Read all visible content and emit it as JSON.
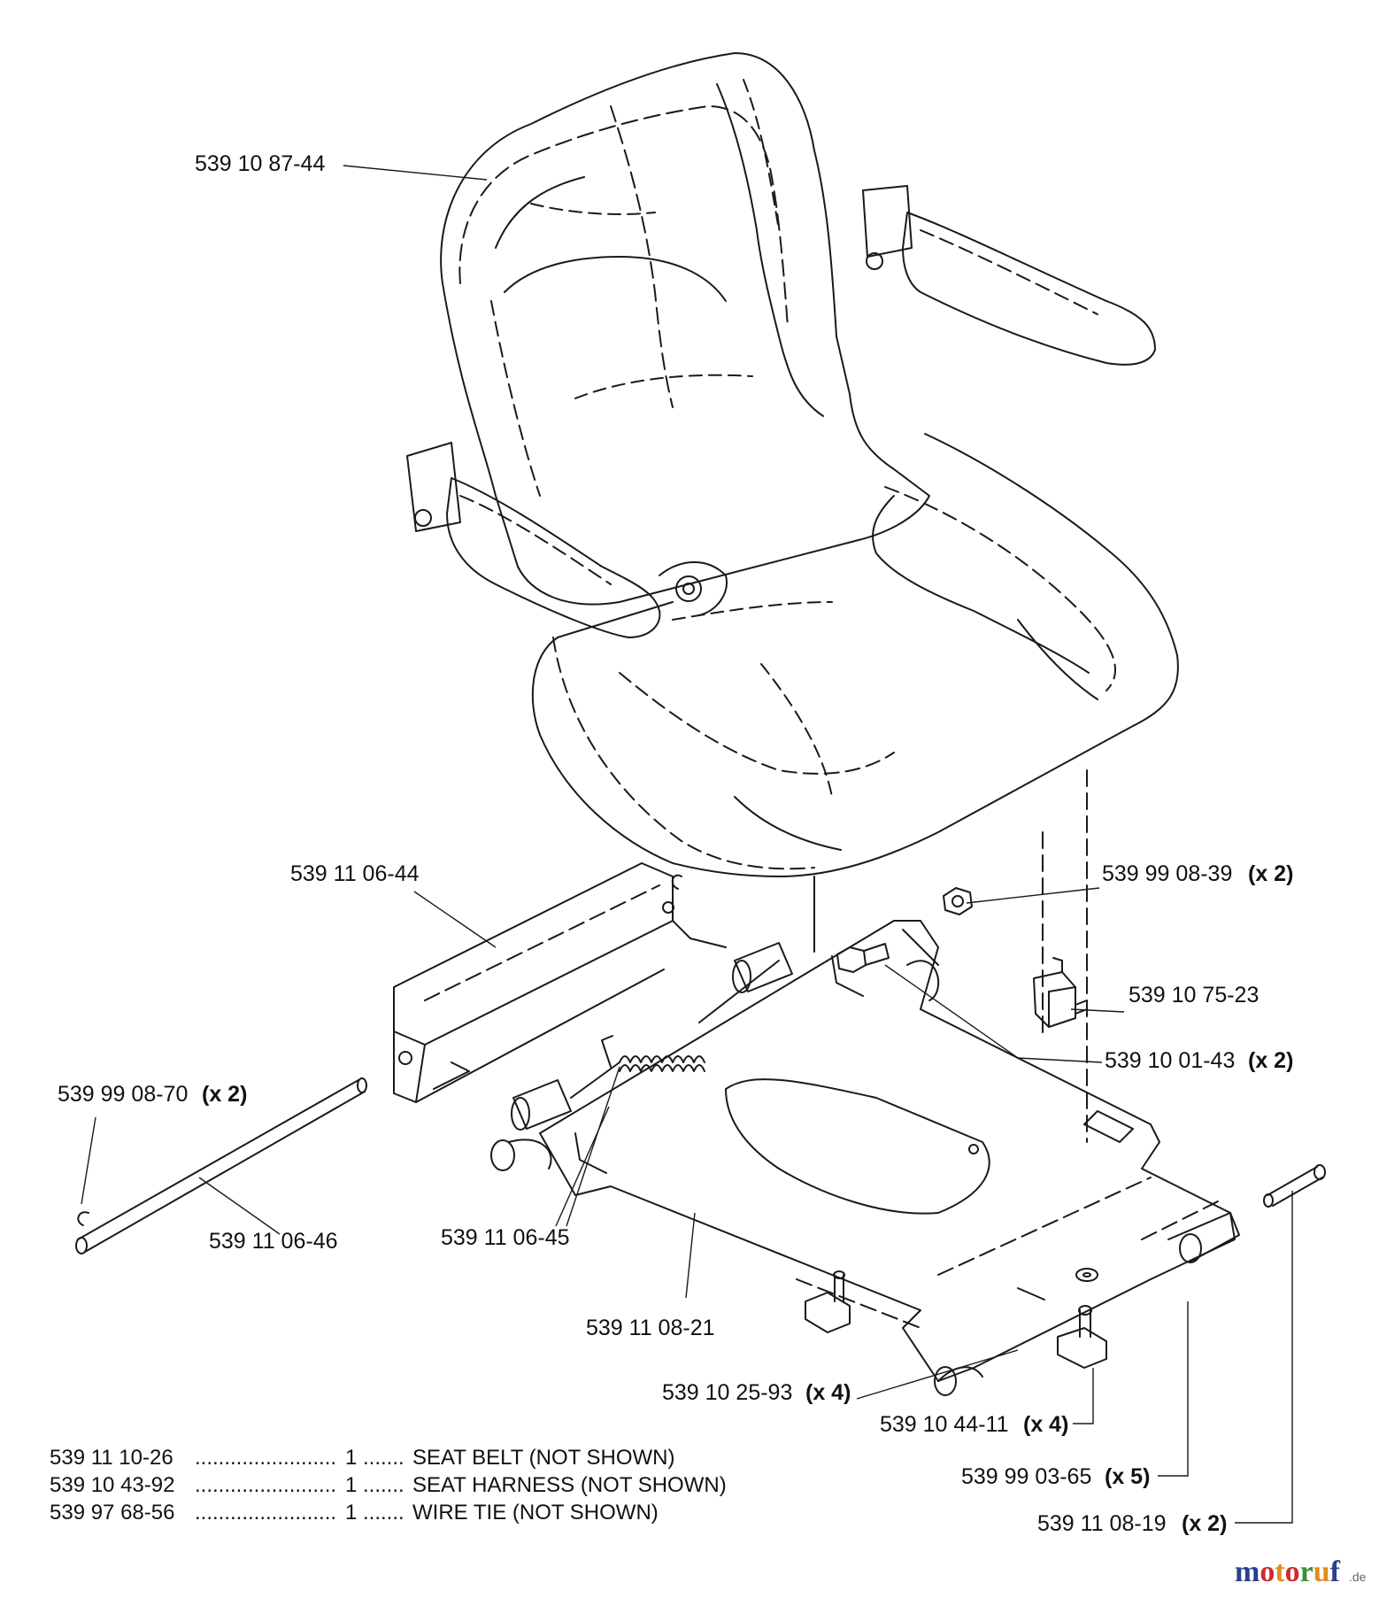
{
  "callouts": [
    {
      "id": "seat",
      "part": "539 10 87-44",
      "qty": ""
    },
    {
      "id": "hinge-bracket",
      "part": "539 11 06-44",
      "qty": ""
    },
    {
      "id": "nut-top",
      "part": "539 99 08-39",
      "qty": "(x 2)"
    },
    {
      "id": "seat-switch",
      "part": "539 10 75-23",
      "qty": ""
    },
    {
      "id": "spacer-bolt",
      "part": "539 10 01-43",
      "qty": "(x 2)"
    },
    {
      "id": "e-clip",
      "part": "539 99 08-70",
      "qty": "(x 2)"
    },
    {
      "id": "pivot-rod",
      "part": "539 11 06-46",
      "qty": ""
    },
    {
      "id": "spring",
      "part": "539 11 06-45",
      "qty": ""
    },
    {
      "id": "seat-pan",
      "part": "539 11 08-21",
      "qty": ""
    },
    {
      "id": "carriage-bolt",
      "part": "539 10 25-93",
      "qty": "(x 4)"
    },
    {
      "id": "knob",
      "part": "539 10 44-11",
      "qty": "(x 4)"
    },
    {
      "id": "cotter-pin",
      "part": "539 99 03-65",
      "qty": "(x 5)"
    },
    {
      "id": "hinge-pin",
      "part": "539 11 08-19",
      "qty": "(x 2)"
    }
  ],
  "not_shown": [
    {
      "part": "539 11 10-26",
      "dots": "........................",
      "qty": "1",
      "sep": ".......",
      "desc": "SEAT BELT (NOT SHOWN)"
    },
    {
      "part": "539 10 43-92",
      "dots": "........................",
      "qty": "1",
      "sep": ".......",
      "desc": "SEAT HARNESS (NOT SHOWN)"
    },
    {
      "part": "539 97 68-56",
      "dots": "........................",
      "qty": "1",
      "sep": ".......",
      "desc": "WIRE TIE (NOT SHOWN)"
    }
  ],
  "watermark": {
    "brand": "motoruf",
    "suffix": ".de"
  },
  "colors": {
    "line": "#1a1a1a",
    "watermark_m": "#2b3d8c",
    "watermark_o": "#d22a2a",
    "watermark_t": "#e38b1c",
    "watermark_r": "#3a8f3a"
  }
}
